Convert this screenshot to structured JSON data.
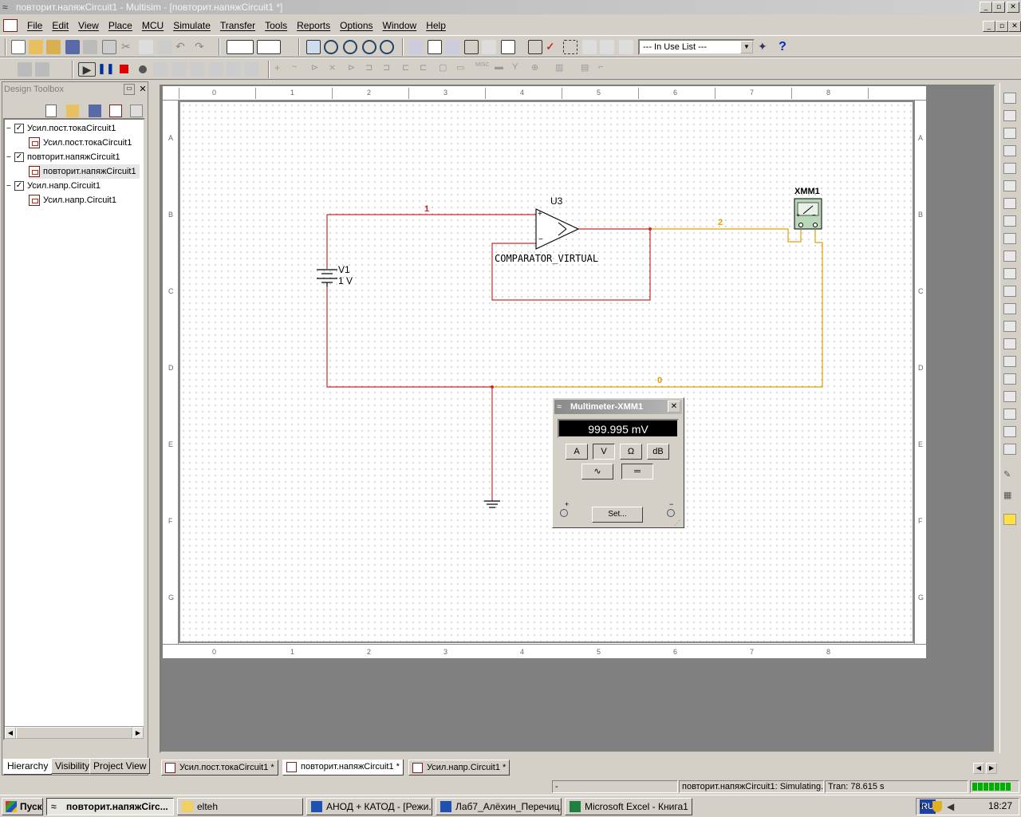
{
  "window": {
    "title": "повторит.напяжCircuit1 - Multisim - [повторит.напяжCircuit1 *]"
  },
  "menu": [
    "File",
    "Edit",
    "View",
    "Place",
    "MCU",
    "Simulate",
    "Transfer",
    "Tools",
    "Reports",
    "Options",
    "Window",
    "Help"
  ],
  "toolbar": {
    "inuse_list": "--- In Use List ---",
    "help": "?"
  },
  "toolbox": {
    "title": "Design Toolbox",
    "tree": [
      {
        "label": "Усил.пост.токаCircuit1",
        "level": 0
      },
      {
        "label": "Усил.пост.токаCircuit1",
        "level": 1
      },
      {
        "label": "повторит.напяжCircuit1",
        "level": 0
      },
      {
        "label": "повторит.напяжCircuit1",
        "level": 1
      },
      {
        "label": "Усил.напр.Circuit1",
        "level": 0
      },
      {
        "label": "Усил.напр.Circuit1",
        "level": 1
      }
    ],
    "tabs": [
      "Hierarchy",
      "Visibility",
      "Project View"
    ]
  },
  "ruler": {
    "cols": [
      "0",
      "1",
      "2",
      "3",
      "4",
      "5",
      "6",
      "7",
      "8"
    ],
    "rows": [
      "A",
      "B",
      "C",
      "D",
      "E",
      "F",
      "G"
    ]
  },
  "circuit": {
    "u3_name": "U3",
    "u3_model": "COMPARATOR_VIRTUAL",
    "v1_name": "V1",
    "v1_value": "1 V",
    "xmm_name": "XMM1",
    "net1": "1",
    "net2": "2",
    "net0": "0",
    "plus": "+",
    "minus": "−"
  },
  "multimeter": {
    "title": "Multimeter-XMM1",
    "reading": "999.995 mV",
    "modes": [
      "A",
      "V",
      "Ω",
      "dB"
    ],
    "set_label": "Set...",
    "plus": "+",
    "minus": "−"
  },
  "doc_tabs": [
    "Усил.пост.токаCircuit1 *",
    "повторит.напяжCircuit1 *",
    "Усил.напр.Circuit1 *"
  ],
  "status": {
    "cell1": "-",
    "cell2": "повторит.напяжCircuit1: Simulating.",
    "cell3": "Tran: 78.615 s"
  },
  "taskbar": {
    "start": "Пуск",
    "tasks": [
      "повторит.напяжCirc...",
      "elteh",
      "АНОД + КАТОД - [Режи...",
      "Лаб7_Алёхин_Перечиц...",
      "Microsoft Excel - Книга1"
    ],
    "lang": "RU",
    "chevron": "«",
    "clock": "18:27"
  },
  "colors": {
    "wire_red": "#cc2a2a",
    "wire_orange": "#e0a000"
  }
}
